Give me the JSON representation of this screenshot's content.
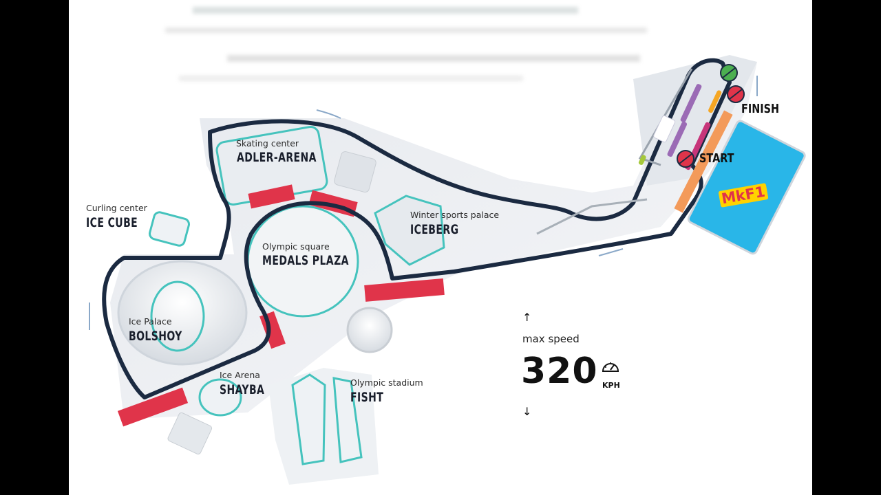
{
  "map": {
    "venues": [
      {
        "id": "adler",
        "caption": "Skating center",
        "name": "ADLER-ARENA"
      },
      {
        "id": "icecube",
        "caption": "Curling center",
        "name": "ICE CUBE"
      },
      {
        "id": "iceberg",
        "caption": "Winter sports palace",
        "name": "ICEBERG"
      },
      {
        "id": "medals",
        "caption": "Olympic square",
        "name": "MEDALS PLAZA"
      },
      {
        "id": "bolshoy",
        "caption": "Ice Palace",
        "name": "BOLSHOY"
      },
      {
        "id": "shayba",
        "caption": "Ice Arena",
        "name": "SHAYBA"
      },
      {
        "id": "fisht",
        "caption": "Olympic stadium",
        "name": "FISHT"
      }
    ],
    "finish_label": "FINISH",
    "start_label": "START",
    "logo_text": "MkF1"
  },
  "speed": {
    "caption": "max speed",
    "value": "320",
    "unit": "KPH",
    "arrow_up": "↑",
    "arrow_down": "↓"
  },
  "colors": {
    "track": "#1b2a41",
    "teal": "#45c3bd",
    "barrier": "#e0344a",
    "orange": "#f39a5a",
    "blue_block": "#29b6e8",
    "purple": "#9b6bb5"
  }
}
